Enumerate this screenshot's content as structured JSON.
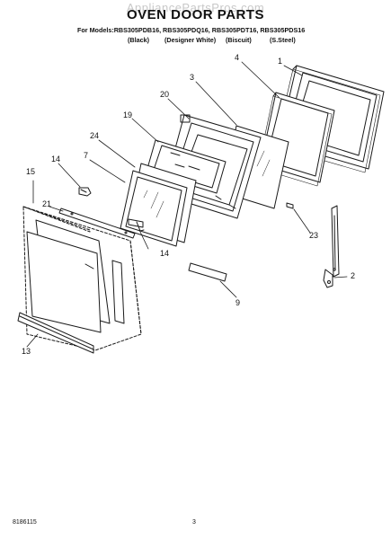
{
  "header": {
    "watermark": "AppliancePartsPros.com",
    "title": "OVEN DOOR PARTS",
    "models_line": "For Models:RBS305PDB16, RBS305PDQ16, RBS305PDT16, RBS305PDS16",
    "finishes": [
      "(Black)",
      "(Designer White)",
      "(Biscuit)",
      "(S.Steel)"
    ]
  },
  "callouts": {
    "c1": "1",
    "c2": "2",
    "c3": "3",
    "c4": "4",
    "c7": "7",
    "c9": "9",
    "c13": "13",
    "c14a": "14",
    "c14b": "14",
    "c15": "15",
    "c19": "19",
    "c20": "20",
    "c21": "21",
    "c23": "23",
    "c24": "24"
  },
  "footer": {
    "doc_number": "8186115",
    "page_number": "3"
  },
  "colors": {
    "line": "#1a1a1a",
    "watermark": "#c8c8c8"
  }
}
